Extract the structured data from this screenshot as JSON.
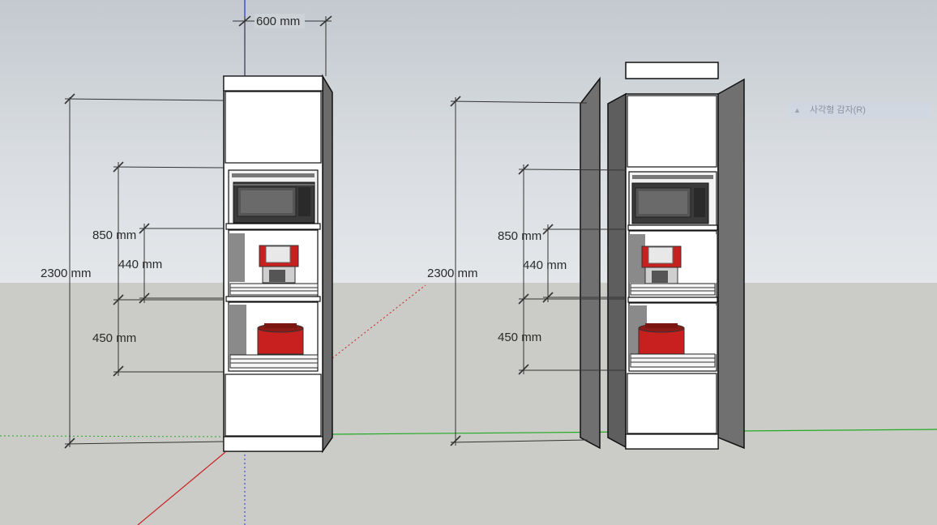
{
  "dimensions": {
    "width_label": "600 mm",
    "height_left": "2300 mm",
    "height_right": "2300 mm",
    "d850_left": "850 mm",
    "d850_right": "850 mm",
    "d440_left": "440 mm",
    "d440_right": "440 mm",
    "d450_left": "450 mm",
    "d450_right": "450 mm"
  },
  "tooltip": {
    "label": "사각형 감자(R)",
    "icon": "rectangle-select-icon"
  },
  "colors": {
    "axis_red": "#cc2222",
    "axis_green": "#22aa22",
    "axis_blue": "#2233cc",
    "door_gray": "#6e6e6e",
    "appliance_red": "#c8201e"
  }
}
